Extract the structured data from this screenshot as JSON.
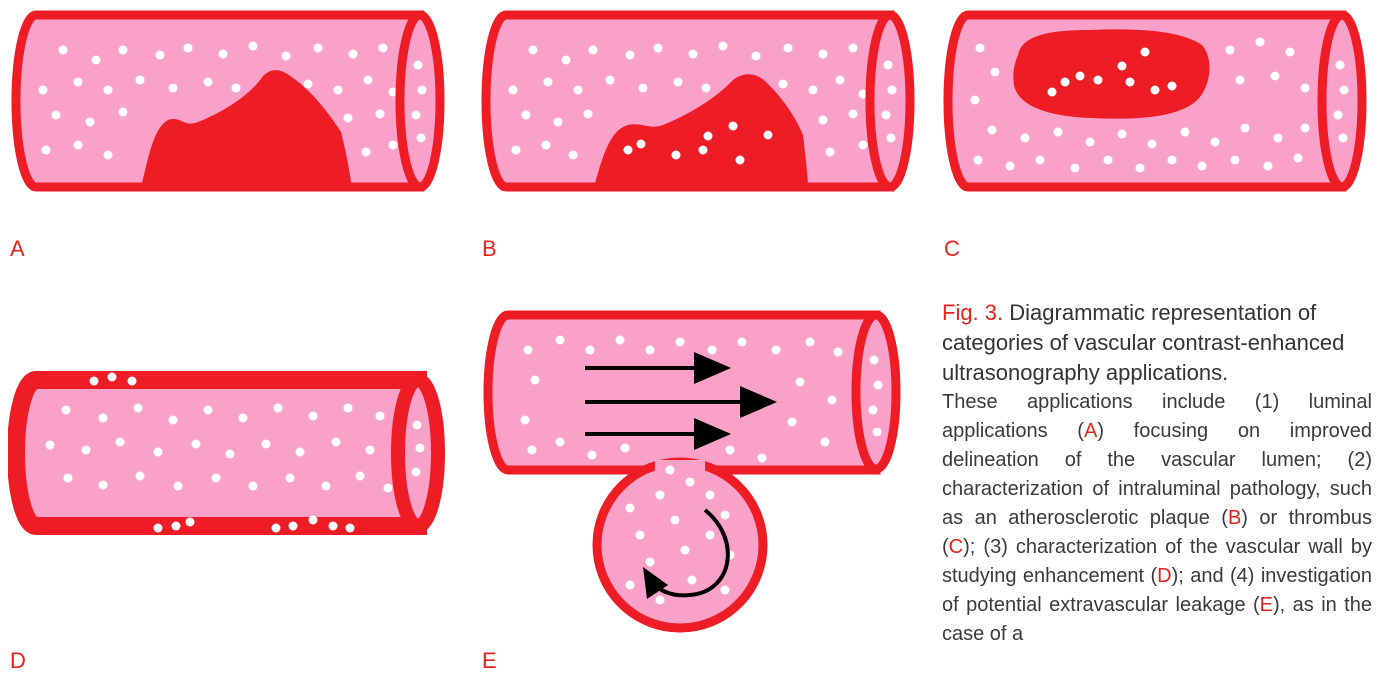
{
  "panels": [
    {
      "id": "A",
      "label": "A"
    },
    {
      "id": "B",
      "label": "B"
    },
    {
      "id": "C",
      "label": "C"
    },
    {
      "id": "D",
      "label": "D"
    },
    {
      "id": "E",
      "label": "E"
    }
  ],
  "caption": {
    "fig_label": "Fig. 3.",
    "title": "Diagrammatic representation of categories of vascular contrast-enhanced ultrasonography applications.",
    "segments": [
      {
        "text": "These applications include (1) luminal applications (",
        "ref": false
      },
      {
        "text": "A",
        "ref": true
      },
      {
        "text": ") focusing on improved delineation of the vascular lumen; (2) characterization of intraluminal pathology, such as an atherosclerotic plaque (",
        "ref": false
      },
      {
        "text": "B",
        "ref": true
      },
      {
        "text": ") or thrombus (",
        "ref": false
      },
      {
        "text": "C",
        "ref": true
      },
      {
        "text": "); (3) characterization of the vascular wall by studying enhancement (",
        "ref": false
      },
      {
        "text": "D",
        "ref": true
      },
      {
        "text": "); and (4) investigation of potential extravascular leakage (",
        "ref": false
      },
      {
        "text": "E",
        "ref": true
      },
      {
        "text": "), as in the case of a",
        "ref": false
      }
    ]
  },
  "colors": {
    "vessel_wall": "#ee1c25",
    "lumen": "#f9a1c9",
    "bubble": "#ffffff",
    "arrow": "#000000",
    "label": "#e5231b",
    "caption_text": "#3a3a3a"
  }
}
